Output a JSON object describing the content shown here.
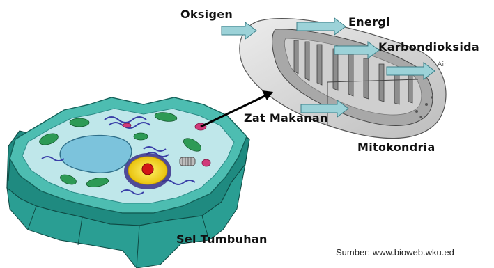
{
  "labels": {
    "oksigen": "Oksigen",
    "energi": "Energi",
    "karbondioksida": "Karbondioksida",
    "air_partial": "Air",
    "zat_makanan": "Zat Makanan",
    "mitokondria": "Mitokondria",
    "sel_tumbuhan": "Sel Tumbuhan"
  },
  "source": "Sumber: www.bioweb.wku.ed",
  "colors": {
    "arrow_fill": "#9cd2d8",
    "arrow_stroke": "#3c7f88",
    "cell_wall": "#3da79a",
    "cell_wall_dark": "#1f6f66",
    "cytoplasm": "#bfe7ea",
    "vacuole": "#7cc3dc",
    "nucleus": "#f5e12a",
    "nucleolus": "#d21616",
    "chloroplast": "#2d9a55",
    "mitochondria_outer": "#d9d9d9",
    "mitochondria_inner": "#9b9b9b"
  },
  "icons": [
    "plant-cell-illustration",
    "mitochondria-illustration",
    "arrow-icon"
  ]
}
